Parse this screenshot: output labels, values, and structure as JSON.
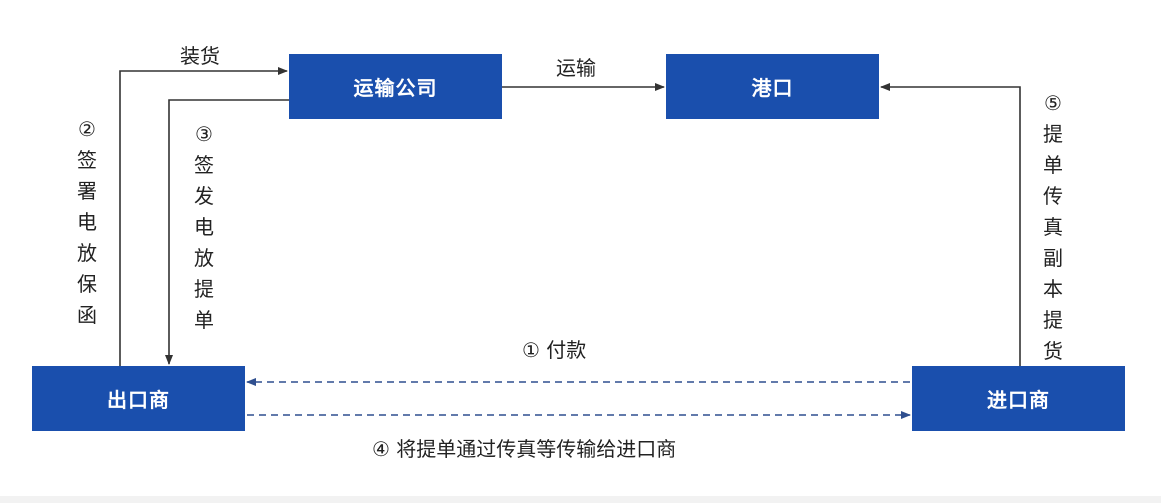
{
  "nodes": {
    "transport_company": "运输公司",
    "port": "港口",
    "exporter": "出口商",
    "importer": "进口商"
  },
  "edges": {
    "loading": "装货",
    "transport": "运输",
    "step1_payment": "① 付款",
    "step2_sign_telex_guarantee": "②签署电放保函",
    "step3_issue_telex_bl": "③签发电放提单",
    "step4_fax_bl": "④ 将提单通过传真等传输给进口商",
    "step5_pickup_with_fax_copy": "⑤提单传真副本提货"
  },
  "colors": {
    "node_fill": "#1a4fad",
    "solid_arrow": "#333333",
    "dashed_arrow": "#2f4f8f"
  }
}
